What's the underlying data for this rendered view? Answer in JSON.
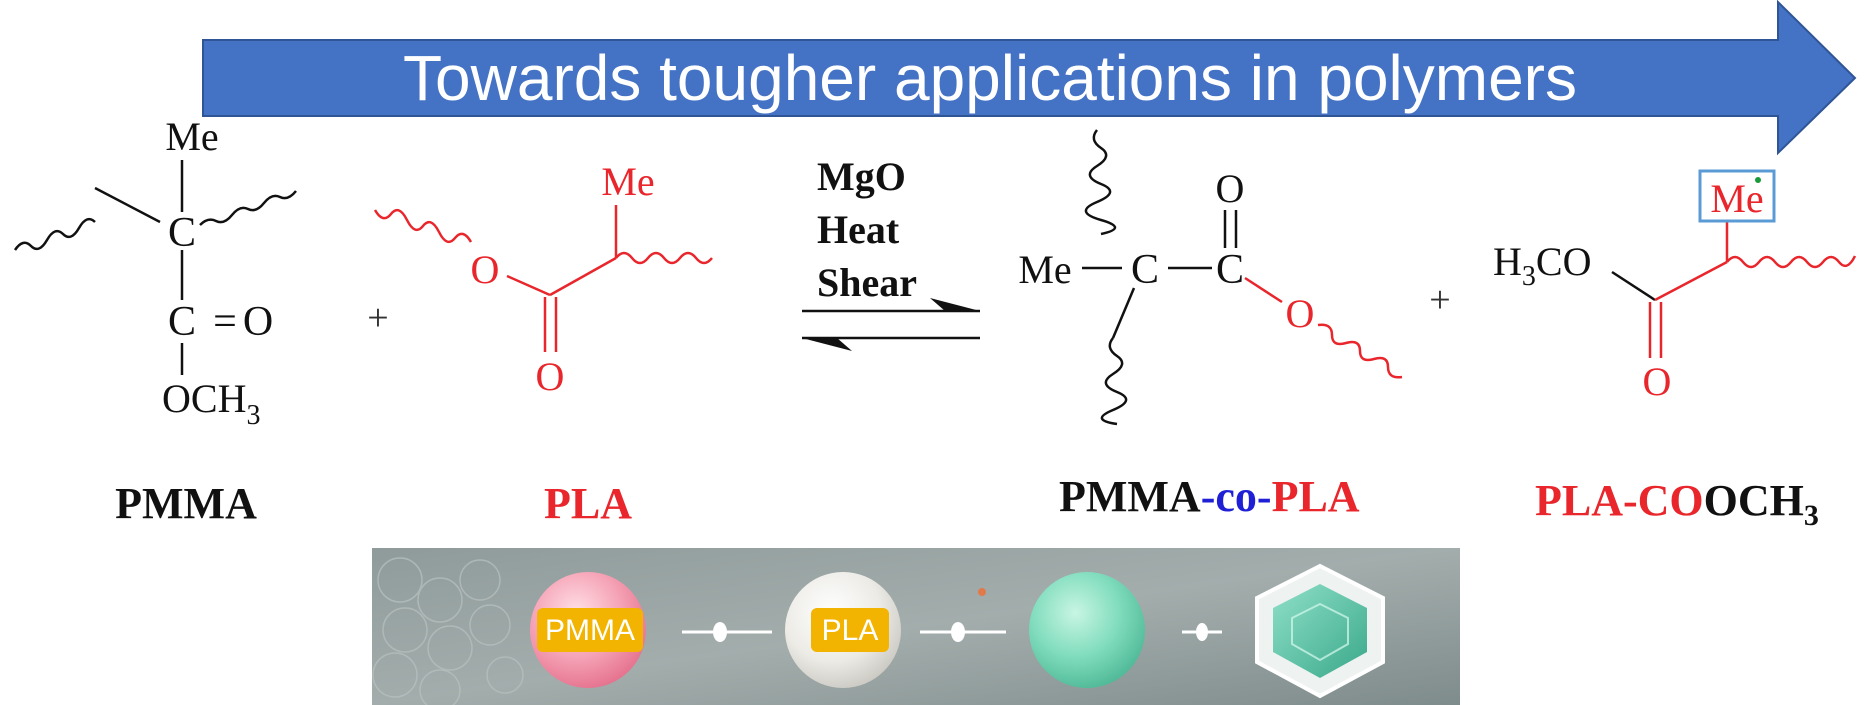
{
  "banner": {
    "title": "Towards tougher applications in polymers",
    "color": "#4472C4"
  },
  "pmma": {
    "me": "Me",
    "c": "C",
    "c2": "C",
    "eq": "=",
    "o": "O",
    "och3_main": "OCH",
    "och3_sub": "3",
    "name": "PMMA"
  },
  "plus1": "+",
  "pla": {
    "me": "Me",
    "o_ester": "O",
    "o_carbonyl": "O",
    "name": "PLA",
    "color": "#E8262B"
  },
  "conditions": {
    "line1": "MgO",
    "line2": "Heat",
    "line3": "Shear"
  },
  "copolymer": {
    "me": "Me",
    "c1": "C",
    "c2": "C",
    "o_top": "O",
    "o_ester": "O",
    "name_part1": "PMMA",
    "name_part2": "-co-",
    "name_part3": "PLA",
    "link_color": "#1F1FD6"
  },
  "plus2": "+",
  "pla_cooch3": {
    "h3co_h": "H",
    "h3co_sub": "3",
    "h3co_co": "CO",
    "me": "Me",
    "o_carbonyl": "O",
    "name_part1": "PLA-CO",
    "name_part2": "OCH",
    "name_sub": "3",
    "highlight_color": "#5B9BD5"
  },
  "illustration": {
    "chip1": "PMMA",
    "chip2": "PLA",
    "chip_color": "#F2B400"
  }
}
